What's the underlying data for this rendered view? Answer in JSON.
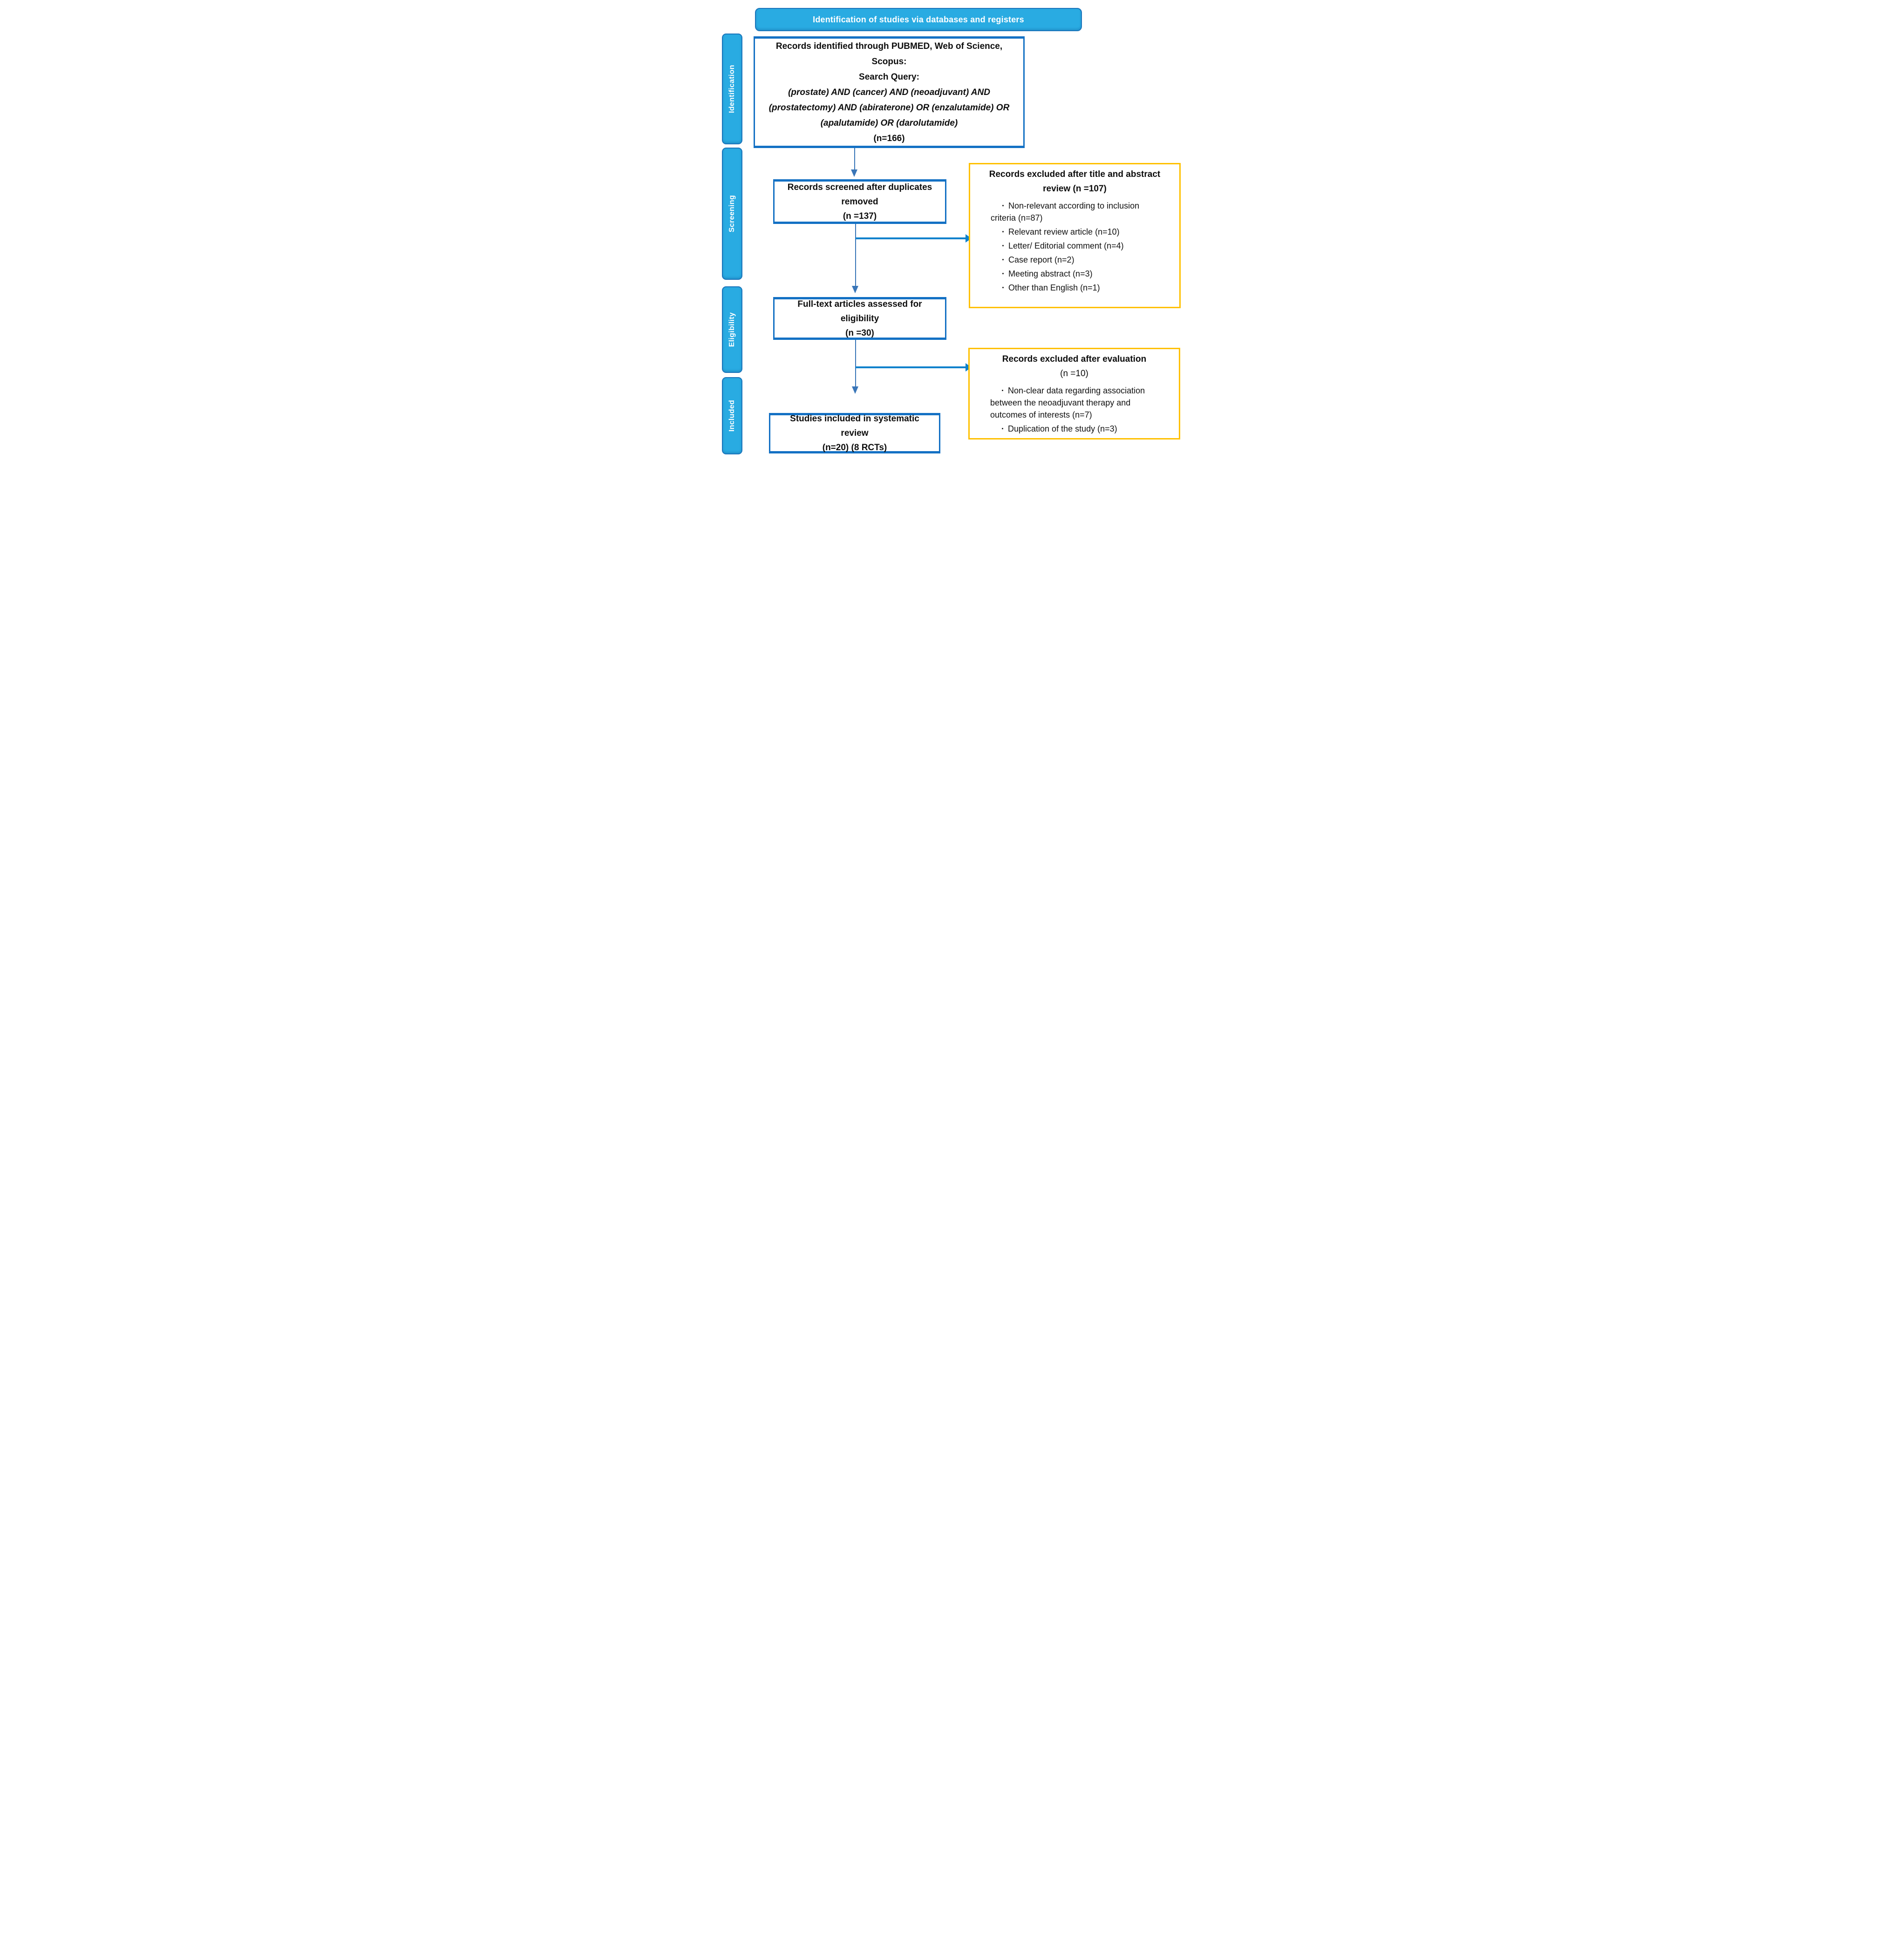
{
  "header": {
    "title": "Identification of studies via databases and registers"
  },
  "sidebar": {
    "identification": "Identification",
    "screening": "Screening",
    "eligibility": "Eligibility",
    "included": "Included"
  },
  "glyphs": {
    "bullet": "·"
  },
  "colors": {
    "stage_fill": "#29ABE2",
    "stage_border": "#1B75BB",
    "flow_box_border": "#1471C4",
    "exclusion_box_border": "#FFC000",
    "arrow_vertical": "#3A76B8",
    "arrow_horizontal": "#0D81CC",
    "text": "#0D0D0D"
  },
  "boxes": {
    "identified": {
      "lines": [
        "Records identified through PUBMED, Web of Science,",
        "Scopus:",
        "Search Query:"
      ],
      "query_lines": [
        "(prostate) AND (cancer) AND (neoadjuvant) AND",
        "(prostatectomy) AND (abiraterone) OR (enzalutamide) OR",
        "(apalutamide) OR (darolutamide)"
      ],
      "count": "(n=166)"
    },
    "screened": {
      "lines": [
        "Records screened after duplicates",
        "removed",
        "(n =137)"
      ]
    },
    "fulltext": {
      "lines": [
        "Full-text articles assessed for",
        "eligibility",
        "(n =30)"
      ]
    },
    "included": {
      "lines": [
        "Studies included in systematic",
        "review",
        "(n=20) (8 RCTs)"
      ]
    },
    "excluded_title_abstract": {
      "title_lines": [
        "Records excluded after title and abstract",
        "review (n =107)"
      ],
      "bullets": [
        "Non-relevant according to inclusion criteria (n=87)",
        "Relevant review article (n=10)",
        "Letter/ Editorial comment (n=4)",
        "Case report (n=2)",
        "Meeting abstract (n=3)",
        "Other than English (n=1)"
      ]
    },
    "excluded_evaluation": {
      "title_line1": "Records excluded after evaluation",
      "title_line2": "(n =10)",
      "bullets": [
        "Non-clear data regarding association between the neoadjuvant therapy and outcomes of interests (n=7)",
        "Duplication of the study (n=3)"
      ]
    }
  }
}
